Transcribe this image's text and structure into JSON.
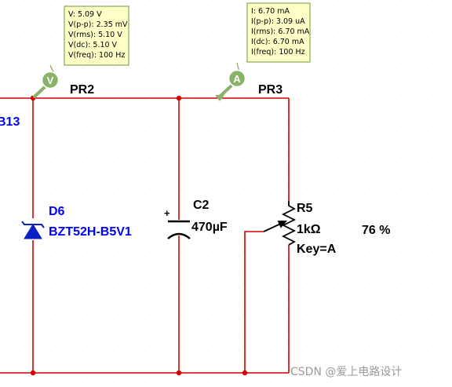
{
  "colors": {
    "wire": "#d40000",
    "junction": "#d40000",
    "component": "#000000",
    "diode": "#0a1fc4",
    "diode_label": "#0000ff",
    "probe_bg": "#ffffc8",
    "probe_border": "#6e9a3a",
    "probe_icon": "#8ab36a",
    "grid_dot": "#c8c8c8"
  },
  "probe_voltage": {
    "icon_letter": "V",
    "name": "PR2",
    "readings": [
      "V: 5.09 V",
      "V(p-p): 2.35 mV",
      "V(rms): 5.10 V",
      "V(dc): 5.10 V",
      "V(freq): 100 Hz"
    ]
  },
  "probe_current": {
    "icon_letter": "A",
    "name": "PR3",
    "readings": [
      "I: 6.70 mA",
      "I(p-p): 3.09 uA",
      "I(rms): 6.70 mA",
      "I(dc): 6.70 mA",
      "I(freq): 100 Hz"
    ]
  },
  "net_label": "B13",
  "diode": {
    "ref": "D6",
    "value": "BZT52H-B5V1"
  },
  "capacitor": {
    "ref": "C2",
    "value": "470µF",
    "polarity": "+"
  },
  "potentiometer": {
    "ref": "R5",
    "value": "1kΩ",
    "key": "Key=A",
    "setting": "76 %"
  },
  "watermark": "CSDN @爱上电路设计"
}
